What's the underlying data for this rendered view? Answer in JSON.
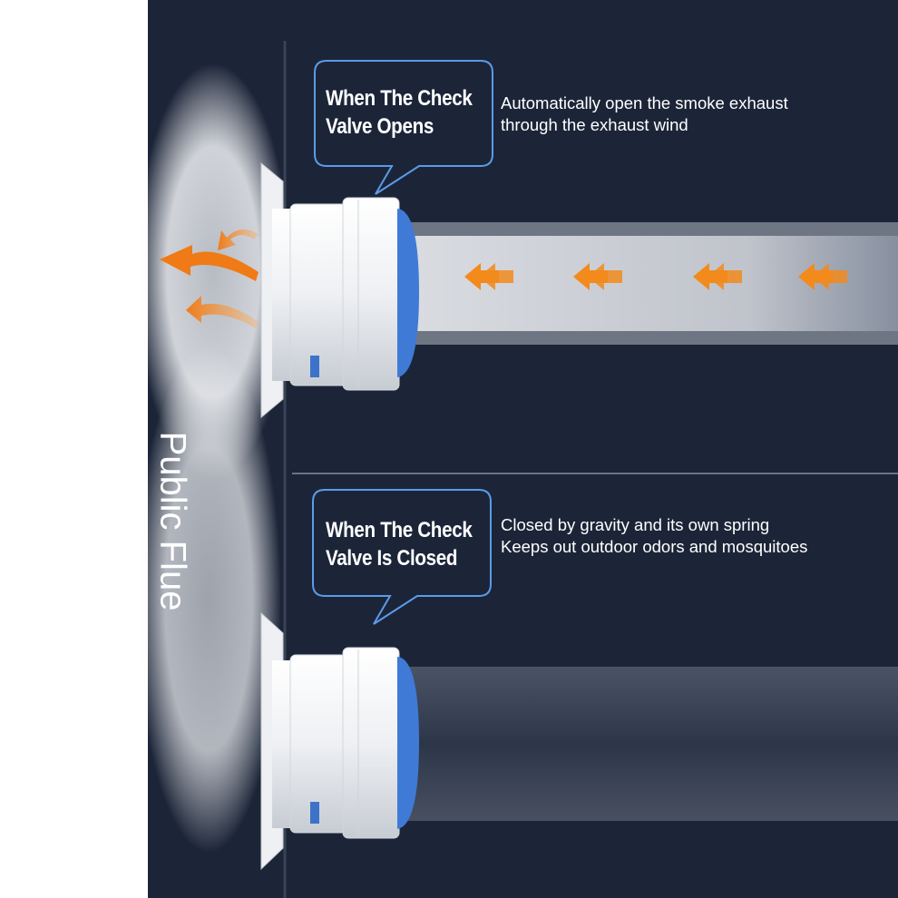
{
  "colors": {
    "background_dark": "#1c2538",
    "bubble_border": "#5b9be8",
    "valve_body": "#f2f4f7",
    "valve_rim": "#3f7ad6",
    "arrow_orange": "#f28a1c",
    "text": "#ffffff"
  },
  "top_panel": {
    "bubble_title_line1": "When The Check",
    "bubble_title_line2": "Valve Opens",
    "desc_line1": "Automatically open the smoke exhaust",
    "desc_line2": "through the exhaust wind"
  },
  "bottom_panel": {
    "bubble_title_line1": "When The Check",
    "bubble_title_line2": "Valve Is Closed",
    "desc_line1": "Closed by gravity and its own spring",
    "desc_line2": "Keeps out outdoor odors and mosquitoes"
  },
  "flue_label": "Public Flue",
  "icons": [
    "smoke-arrow-icon",
    "airflow-chevron-icon",
    "check-valve-icon"
  ]
}
